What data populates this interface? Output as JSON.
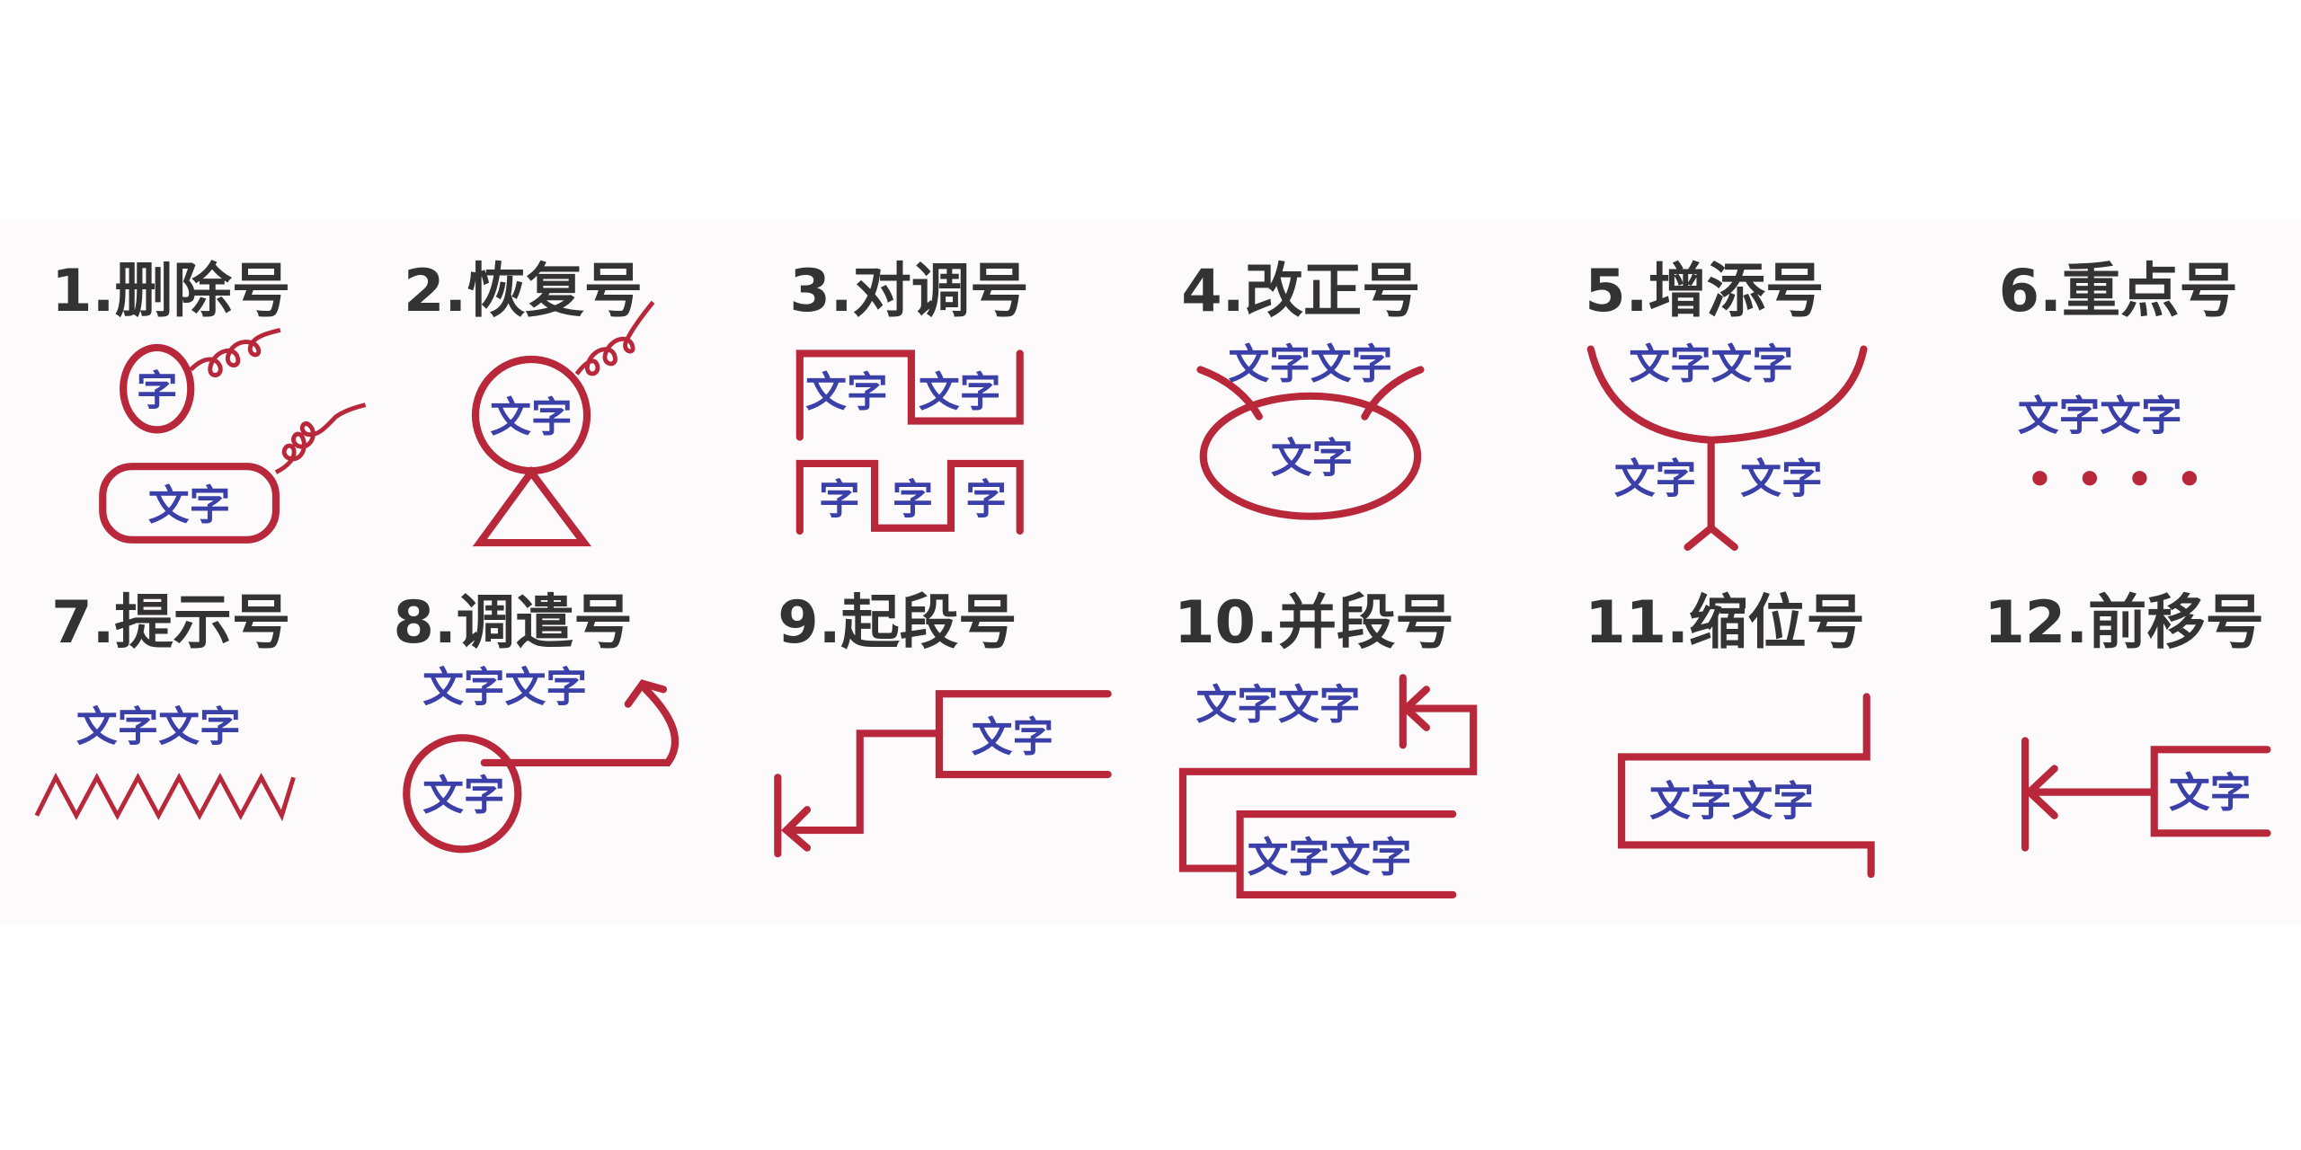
{
  "labels": [
    "1.删除号",
    "2.恢复号",
    "3.对调号",
    "4.改正号",
    "5.增添号",
    "6.重点号",
    "7.提示号",
    "8.调遣号",
    "9.起段号",
    "10.并段号",
    "11.缩位号",
    "12.前移号"
  ],
  "words": {
    "zi": "字",
    "wenzi": "文字",
    "wenziwenzi": "文字文字"
  },
  "colors": {
    "mark": "#b8283a",
    "sample_text": "#3b3fa8",
    "label": "#333333"
  }
}
